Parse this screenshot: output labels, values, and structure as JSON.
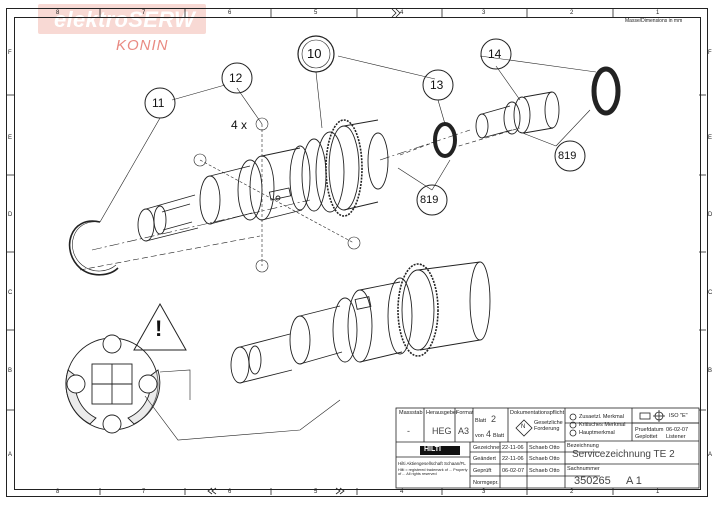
{
  "watermark": {
    "brand": "elektroSERW",
    "city": "KONIN"
  },
  "sheet": {
    "dimensions_note": "Masse/Dimensions in mm",
    "columns_top": [
      "8",
      "7",
      "6",
      "5",
      "4",
      "3",
      "2",
      "1"
    ],
    "columns_bottom": [
      "8",
      "7",
      "6",
      "5",
      "4",
      "3",
      "2",
      "1"
    ],
    "rows": [
      "F",
      "E",
      "D",
      "C",
      "B",
      "A"
    ]
  },
  "callouts": {
    "c10": "10",
    "c11": "11",
    "c12": "12",
    "c13": "13",
    "c14": "14",
    "c819a": "819",
    "c819b": "819",
    "qty": "4 x",
    "warning": "!"
  },
  "title_block": {
    "massstab_label": "Massstab",
    "massstab_value": "-",
    "herausgeber_label": "Herausgeber",
    "herausgeber_value": "HEG",
    "format_label": "Format",
    "format_value": "A3",
    "blatt_label": "Blatt",
    "blatt_value": "2",
    "von_label": "von",
    "von_value": "4",
    "blatt2_label": "Blatt",
    "dok_label": "Dokumentationspflicht",
    "gesetzl_label": "Gesetzliche Forderung",
    "n_mark": "N",
    "zus_label": "Zusaetzl. Merkmal",
    "krit_label": "Kritisches Merkmal",
    "haupt_label": "Hauptmerkmal",
    "iso_label": "ISO \"E\"",
    "pruef_label": "Pruefdatum",
    "pruef_value": "06-02-07",
    "gepl_label": "Geplottet",
    "gepl_value": "Listener",
    "hilti": "HILTI",
    "company": "Hilti Aktiengesellschaft Schaan/FL",
    "legal": "Hilti = registered trademark of ... Property of ... All rights reserved",
    "gez_label": "Gezeichnet",
    "gez_date": "22-11-06",
    "gez_name": "Schaeb Otto",
    "geaen_label": "Geändert",
    "geaen_date": "22-11-06",
    "geaen_name": "Schaeb Otto",
    "gepr_label": "Geprüft",
    "gepr_date": "06-02-07",
    "gepr_name": "Schaeb Otto",
    "norm_label": "Normgepr.",
    "bez_label": "Bezeichnung",
    "bez_value": "Servicezeichnung TE 2",
    "sach_label": "Sachnummer",
    "sach_value": "350265",
    "sach_rev": "A 1"
  }
}
